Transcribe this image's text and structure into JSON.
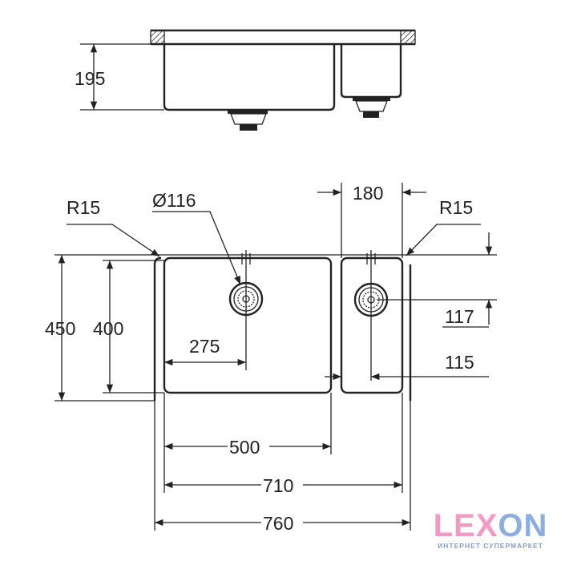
{
  "side_view": {
    "depth_label": "195"
  },
  "plan_view": {
    "radius_left": "R15",
    "drain_diameter": "Ø116",
    "small_bowl_width": "180",
    "radius_right": "R15",
    "outer_depth": "450",
    "bowl_depth": "400",
    "drain_offset_x": "275",
    "drain_offset_y": "117",
    "small_drain_offset": "115",
    "bowl_width": "500",
    "inner_width": "710",
    "overall_width": "760"
  },
  "logo": {
    "letters": [
      "L",
      "E",
      "X",
      "O",
      "N"
    ],
    "word": "LEXON",
    "tagline": "ИНТЕРНЕТ СУПЕРМАРКЕТ",
    "pink": "#f29ac6",
    "blue": "#8eaedc"
  }
}
